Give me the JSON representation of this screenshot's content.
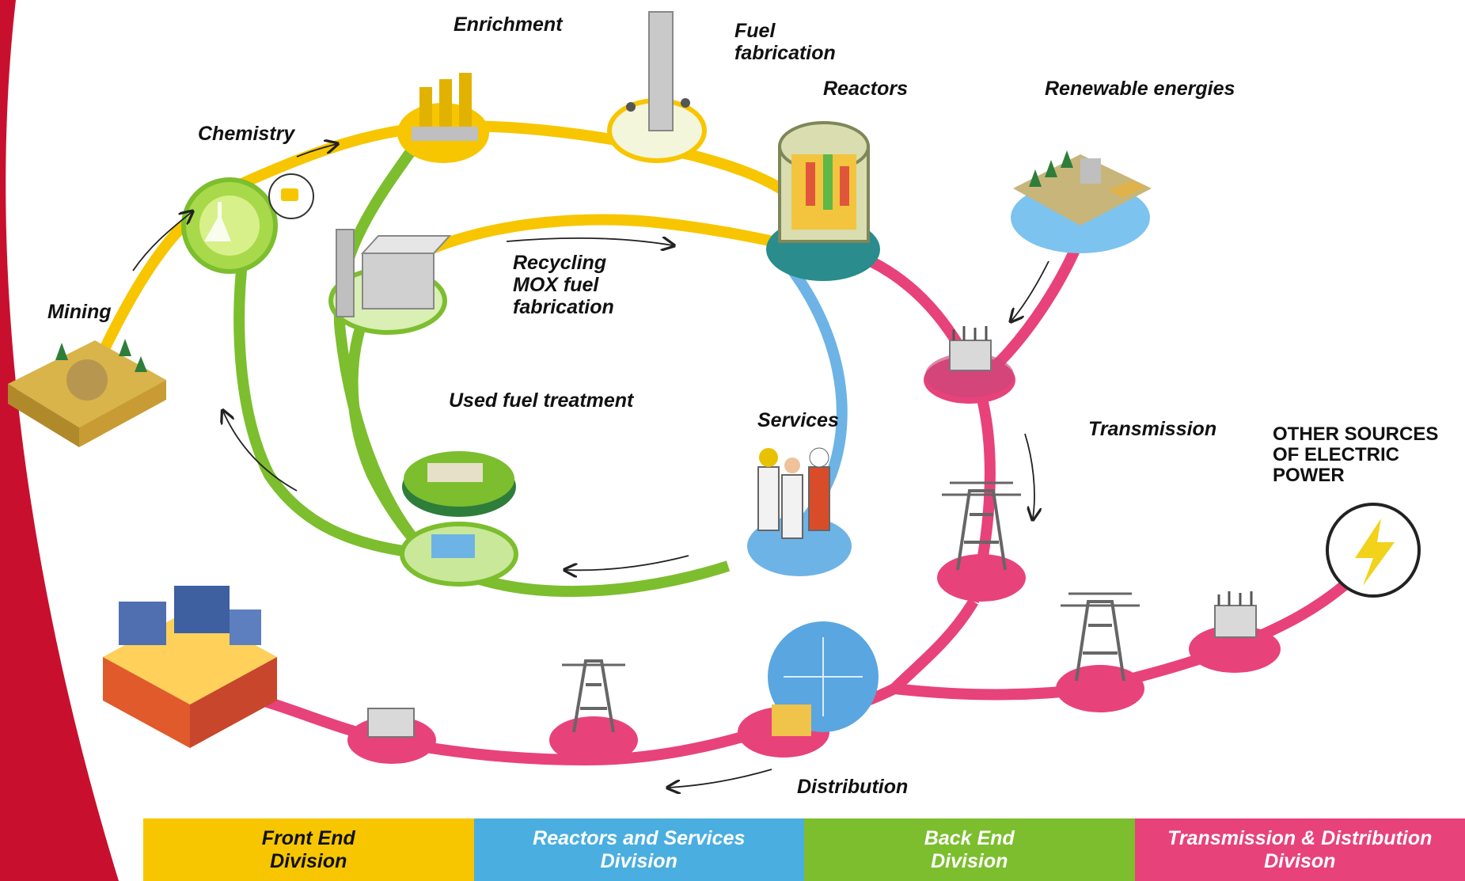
{
  "colors": {
    "front_end": "#f7c600",
    "reactors_services": "#4aaee0",
    "back_end": "#7cbe2e",
    "transmission_distribution": "#e8427a",
    "brand_red": "#c8102e"
  },
  "labels": {
    "enrichment": "Enrichment",
    "fuel_fabrication": "Fuel\nfabrication",
    "reactors": "Reactors",
    "renewable": "Renewable energies",
    "chemistry": "Chemistry",
    "recycling": "Recycling\nMOX fuel\nfabrication",
    "mining": "Mining",
    "used_fuel": "Used fuel treatment",
    "services": "Services",
    "transmission": "Transmission",
    "other_sources": "OTHER SOURCES\nOF ELECTRIC\nPOWER",
    "distribution": "Distribution"
  },
  "legend": [
    {
      "label": "Front End\nDivision",
      "text_color": "#111111",
      "bg": "#f7c600"
    },
    {
      "label": "Reactors and Services\nDivision",
      "text_color": "#ffffff",
      "bg": "#4aaee0"
    },
    {
      "label": "Back End\nDivision",
      "text_color": "#ffffff",
      "bg": "#7cbe2e"
    },
    {
      "label": "Transmission & Distribution\nDivison",
      "text_color": "#ffffff",
      "bg": "#e8427a"
    }
  ]
}
